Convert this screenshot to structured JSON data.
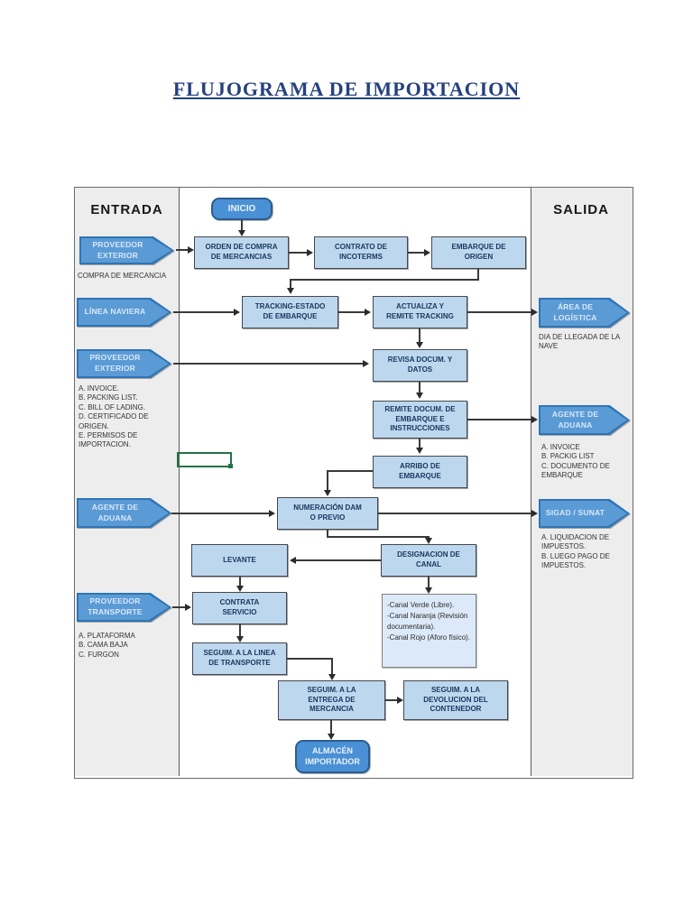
{
  "title": "FLUJOGRAMA DE IMPORTACION",
  "fc": {
    "headers": {
      "entrada": "ENTRADA",
      "salida": "SALIDA"
    },
    "terminals": {
      "inicio": "INICIO",
      "almacen": "ALMACÉN\nIMPORTADOR"
    },
    "steps": {
      "orden_compra": "ORDEN DE COMPRA\nDE MERCANCIAS",
      "contrato_incoterms": "CONTRATO DE\nINCOTERMS",
      "embarque_origen": "EMBARQUE DE\nORIGEN",
      "tracking_estado": "TRACKING-ESTADO\nDE EMBARQUE",
      "actualiza_tracking": "ACTUALIZA Y\nREMITE TRACKING",
      "revisa_docum": "REVISA DOCUM. Y\nDATOS",
      "remite_docum": "REMITE DOCUM. DE\nEMBARQUE E\nINSTRUCCIONES",
      "arribo_embarque": "ARRIBO DE\nEMBARQUE",
      "numeracion_dam": "NUMERACIÓN DAM\nO PREVIO",
      "levante": "LEVANTE",
      "designacion_canal": "DESIGNACION DE\nCANAL",
      "contrata_servicio": "CONTRATA\nSERVICIO",
      "seguim_linea": "SEGUIM. A LA LINEA\nDE TRANSPORTE",
      "seguim_entrega": "SEGUIM. A LA\nENTREGA DE\nMERCANCIA",
      "seguim_devolucion": "SEGUIM. A LA\nDEVOLUCION DEL\nCONTENEDOR"
    },
    "inputs": {
      "prov_ext_1": {
        "label": "PROVEEDOR\nEXTERIOR",
        "note": "COMPRA DE MERCANCIA"
      },
      "linea_naviera": {
        "label": "LÍNEA NAVIERA"
      },
      "prov_ext_2": {
        "label": "PROVEEDOR\nEXTERIOR",
        "note": "A. INVOICE.\nB. PACKING LIST.\nC. BILL OF LADING.\nD. CERTIFICADO DE ORIGEN.\nE. PERMISOS DE IMPORTACION."
      },
      "agente_aduana": {
        "label": "AGENTE DE\nADUANA"
      },
      "prov_transporte": {
        "label": "PROVEEDOR\nTRANSPORTE",
        "note": "A. PLATAFORMA\nB. CAMA BAJA\nC. FURGON"
      }
    },
    "outputs": {
      "area_logistica": {
        "label": "ÁREA DE\nLOGÍSTICA",
        "note": "DIA DE LLEGADA DE LA NAVE"
      },
      "agente_aduana": {
        "label": "AGENTE DE\nADUANA",
        "note": "A. INVOICE\nB. PACKIG LIST\nC. DOCUMENTO DE EMBARQUE"
      },
      "sigad_sunat": {
        "label": "SIGAD / SUNAT",
        "note": "A. LIQUIDACION DE IMPUESTOS.\nB. LUEGO PAGO DE IMPUESTOS."
      }
    },
    "canal_note": "-Canal Verde (Libre).\n-Canal Naranja (Revisión documentaria).\n-Canal Rojo (Aforo físico)."
  },
  "colors": {
    "title_navy": "#24417e",
    "tag_fill": "#5b9bd5",
    "tag_border": "#2e75b6",
    "box_fill": "#bdd7ee",
    "terminal_fill": "#4a90d5",
    "note_box_fill": "#dce9f8",
    "column_bg": "#ededed",
    "connector": "#3a3a3a",
    "selection_green": "#217346"
  }
}
